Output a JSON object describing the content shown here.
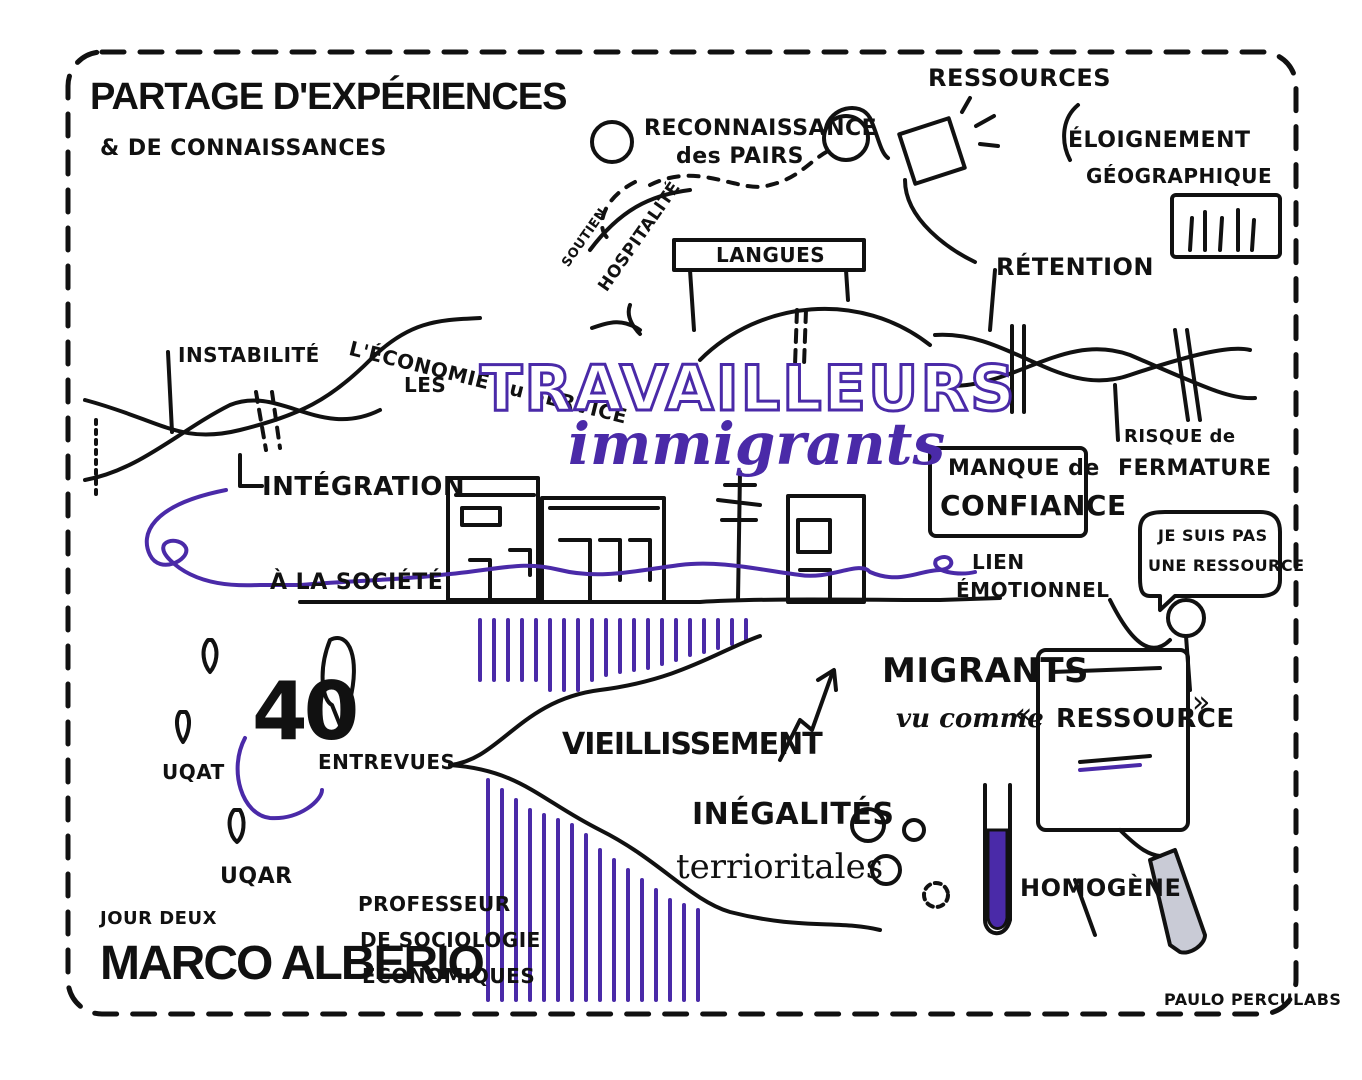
{
  "colors": {
    "ink": "#111111",
    "accent": "#4a2aa8",
    "tag": "#c9cbd6"
  },
  "header": {
    "title_line1": "PARTAGE D'EXPÉRIENCES",
    "title_line2": "& DE CONNAISSANCES"
  },
  "center": {
    "les": "LES",
    "title": "TRAVAILLEURS",
    "subtitle": "immigrants"
  },
  "top_labels": {
    "ressources": "RESSOURCES",
    "reconnaissance_1": "RECONNAISSANCE",
    "reconnaissance_2": "des PAIRS",
    "soutien": "SOUTIEN",
    "hospitalite": "HOSPITALITÉ",
    "langues": "LANGUES",
    "eloignement_1": "ÉLOIGNEMENT",
    "eloignement_2": "GÉOGRAPHIQUE",
    "retention": "RÉTENTION",
    "economie": "L'ÉCONOMIE au SERVICE"
  },
  "left_labels": {
    "instabilite": "INSTABILITÉ",
    "integration": "INTÉGRATION",
    "societe": "À LA SOCIÉTÉ"
  },
  "right_labels": {
    "risque_1": "RISQUE de",
    "risque_2": "FERMATURE",
    "manque_1": "MANQUE de",
    "manque_2": "CONFIANCE",
    "lien_1": "LIEN",
    "lien_2": "ÉMOTIONNEL",
    "bubble_1": "JE SUIS PAS",
    "bubble_2": "UNE RESSOURCE"
  },
  "bottom_labels": {
    "number": "40",
    "entrevues": "ENTREVUES",
    "uqat": "UQAT",
    "uqar": "UQAR",
    "vieillissement": "VIEILLISSEMENT",
    "inegalites_1": "INÉGALITÉS",
    "inegalites_2": "terrioritales",
    "migrants": "MIGRANTS",
    "vu_comme": "vu comme",
    "quote_open": "«",
    "ressource": "RESSOURCE",
    "quote_close": "»",
    "homogene": "HOMOGÈNE"
  },
  "speaker": {
    "day": "JOUR DEUX",
    "name": "MARCO ALBERIO",
    "role_1": "PROFESSEUR",
    "role_2": "DE SOCIOLOGIE",
    "role_3": "ÉCONOMIQUES"
  },
  "credit": "PAULO PERCULABS"
}
